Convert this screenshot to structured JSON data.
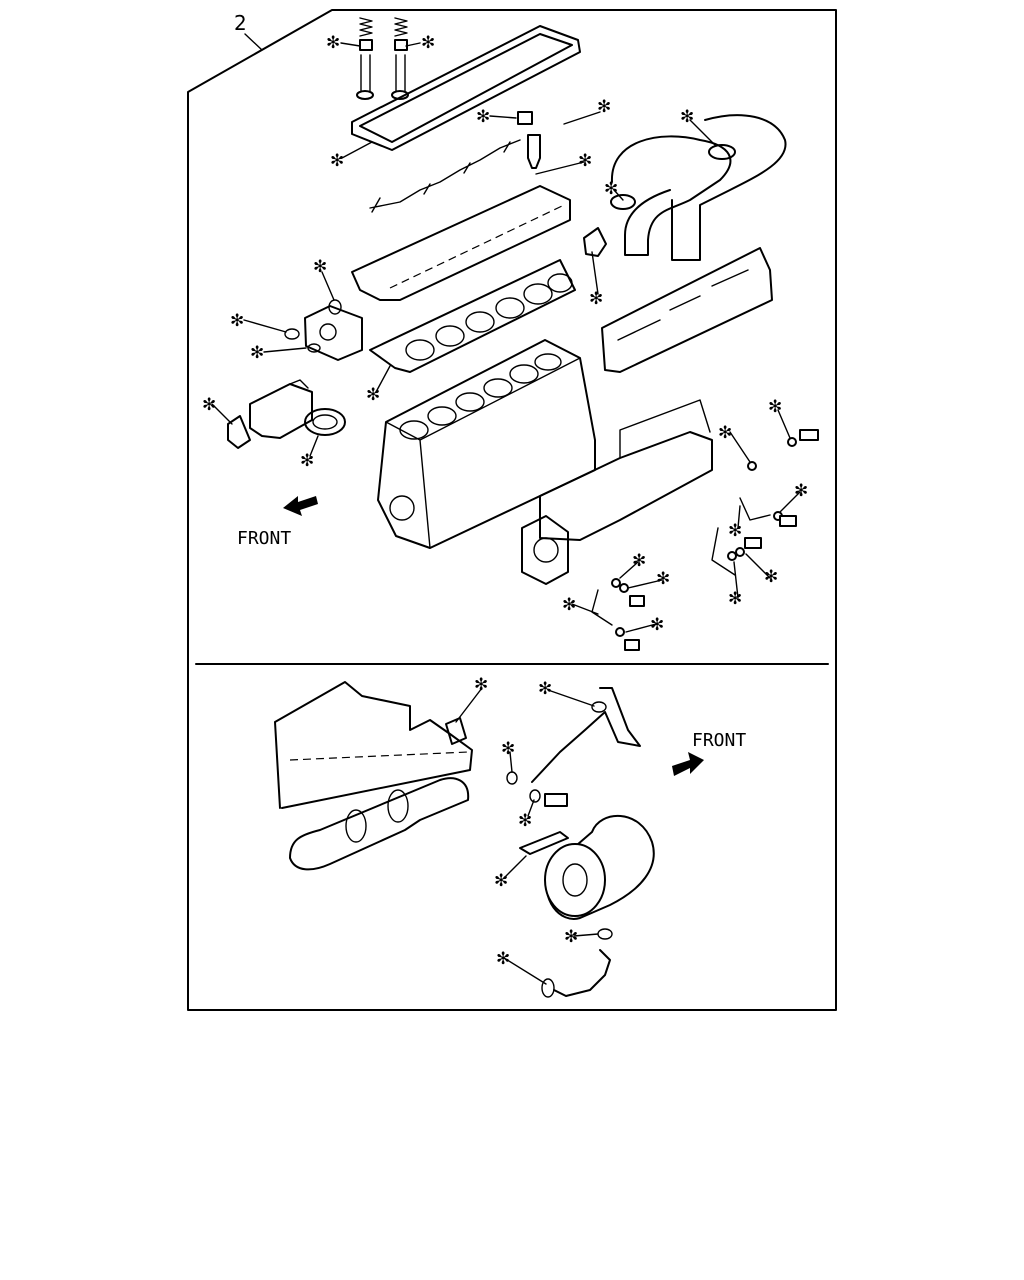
{
  "figure": {
    "callout_number": "2",
    "front_label_top": "FRONT",
    "front_label_bottom": "FRONT",
    "asterisk_symbol": "✻"
  }
}
